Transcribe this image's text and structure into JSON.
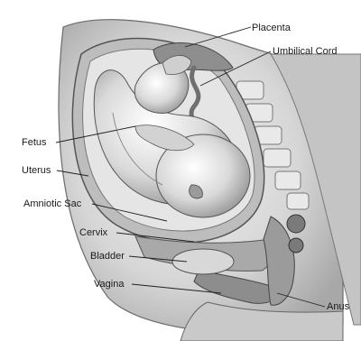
{
  "diagram": {
    "labels": {
      "placenta": "Placenta",
      "umbilical_cord": "Umbilical Cord",
      "fetus": "Fetus",
      "uterus": "Uterus",
      "amniotic_sac": "Amniotic Sac",
      "cervix": "Cervix",
      "bladder": "Bladder",
      "vagina": "Vagina",
      "anus": "Anus"
    }
  }
}
